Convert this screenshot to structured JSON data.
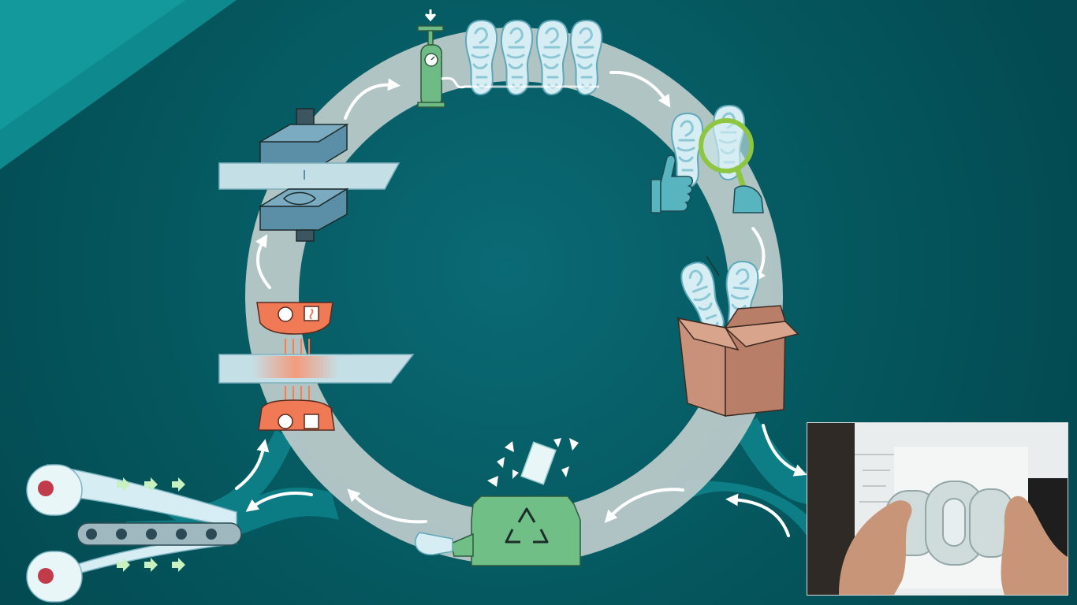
{
  "colors": {
    "background_center": "#0a6a75",
    "background_edge": "#034f57",
    "corner_accent": "#0e8a8e",
    "ring": "#b9c9c9",
    "stream": "#0d7e86",
    "sole_fill": "#d6eef3",
    "sole_stroke": "#5fa8ba",
    "press_blue": "#5b8fa8",
    "heater_orange": "#ef7a55",
    "pump_green": "#6fbb86",
    "recycle_green": "#6fbf86",
    "box_tan": "#c9917a",
    "glove_teal": "#58b5bf",
    "arrow_white": "#ffffff",
    "conveyor_arrow": "#c8f0c0"
  },
  "process_steps": [
    {
      "id": "pump",
      "icon": "air-pump-icon"
    },
    {
      "id": "soles",
      "icon": "shoe-sole-icon"
    },
    {
      "id": "inspection",
      "icon": "magnifier-icon"
    },
    {
      "id": "approval",
      "icon": "thumbs-up-icon"
    },
    {
      "id": "packaging",
      "icon": "cardboard-box-icon"
    },
    {
      "id": "shredding",
      "icon": "recycle-icon"
    },
    {
      "id": "sheet-production",
      "icon": "conveyor-roller-icon"
    },
    {
      "id": "heating",
      "icon": "heater-gauge-icon"
    },
    {
      "id": "pressing",
      "icon": "mold-press-icon"
    }
  ],
  "photo": {
    "icon": "hands-holding-sole-photo"
  }
}
